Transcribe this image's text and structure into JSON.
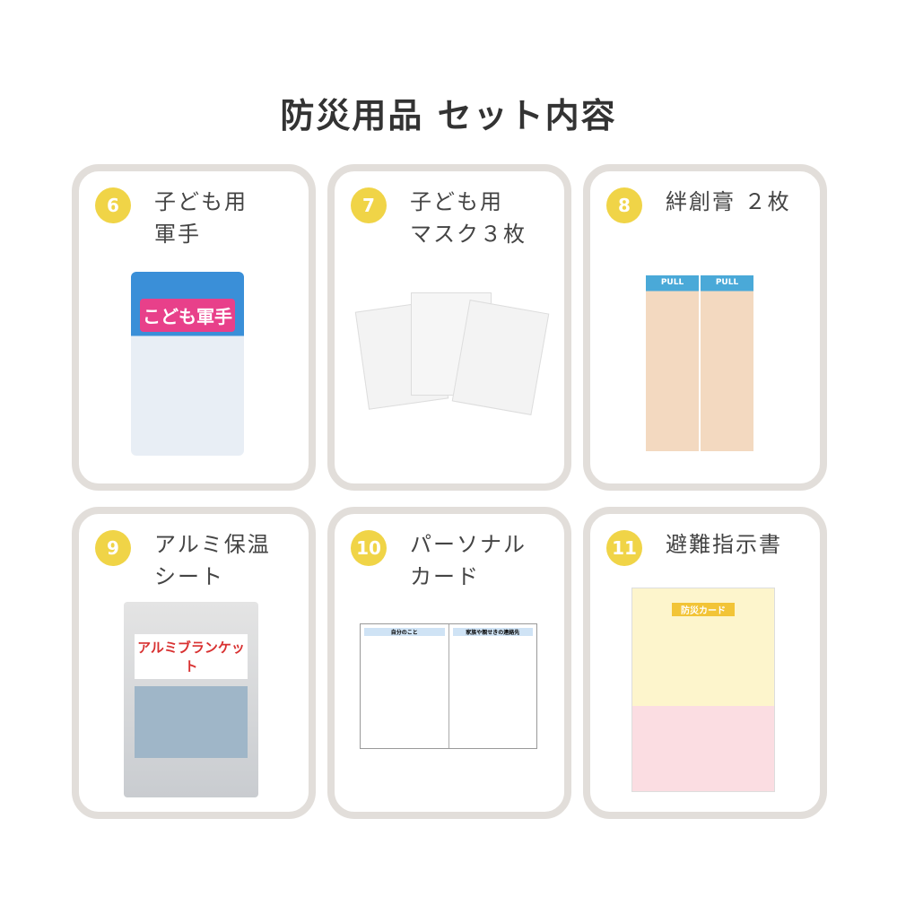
{
  "title": "防災用品 セット内容",
  "colors": {
    "badge": "#f0d447",
    "card_border": "#e2deda",
    "title": "#333333"
  },
  "items": [
    {
      "number": "6",
      "label": "子ども用\n軍手",
      "package_text": "こども軍手"
    },
    {
      "number": "7",
      "label": "子ども用\nマスク３枚"
    },
    {
      "number": "8",
      "label": "絆創膏 ２枚",
      "package_text": "PULL"
    },
    {
      "number": "9",
      "label": "アルミ保温\nシート",
      "package_text": "アルミブランケット"
    },
    {
      "number": "10",
      "label": "パーソナル\nカード",
      "card_headers": [
        "自分のこと",
        "家族や親せきの連絡先"
      ]
    },
    {
      "number": "11",
      "label": "避難指示書",
      "card_title": "防災カード"
    }
  ]
}
